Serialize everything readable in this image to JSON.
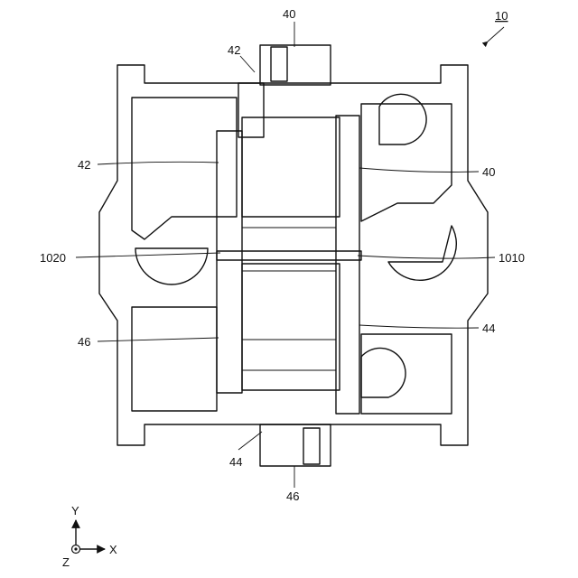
{
  "figure": {
    "ref_number": "10",
    "labels": {
      "top_40": "40",
      "top_42": "42",
      "left_42": "42",
      "right_40": "40",
      "left_1020": "1020",
      "right_1010": "1010",
      "left_46": "46",
      "right_44": "44",
      "bottom_44": "44",
      "bottom_46": "46"
    },
    "axes": {
      "y": "Y",
      "x": "X",
      "z": "Z"
    }
  }
}
